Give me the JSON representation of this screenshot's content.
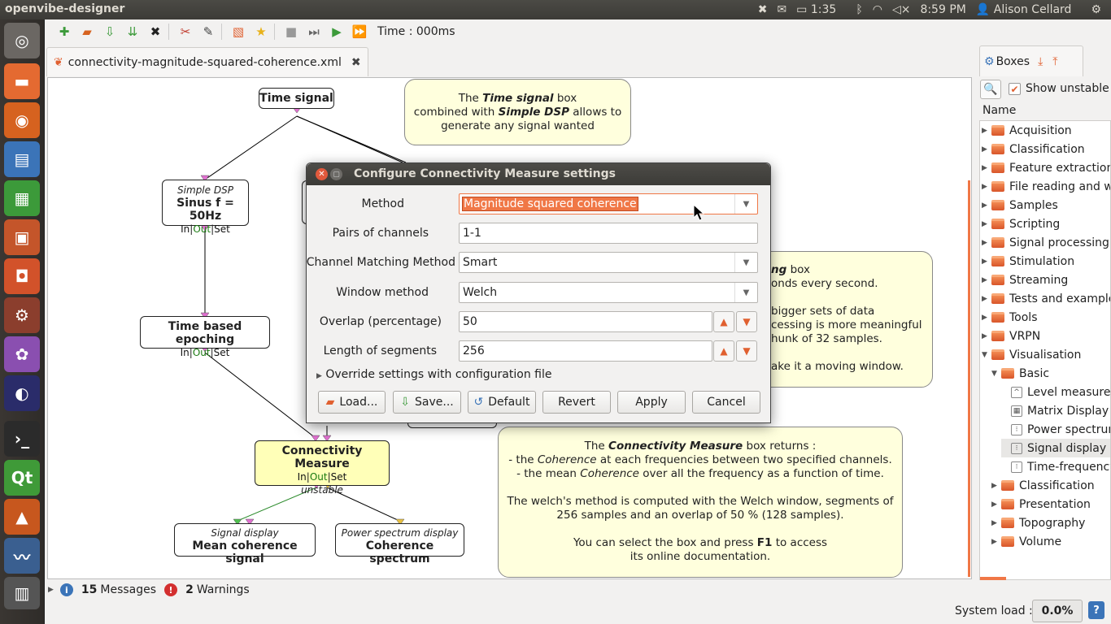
{
  "topbar": {
    "app_title": "openvibe-designer",
    "battery": "1:35",
    "clock": "8:59 PM",
    "user": "Alison Cellard"
  },
  "toolbar": {
    "time_label": "Time : 000ms"
  },
  "tab": {
    "title": "connectivity-magnitude-squared-coherence.xml"
  },
  "canvas": {
    "boxes": {
      "time_signal": {
        "name": "Time signal"
      },
      "simple_dsp": {
        "subtitle": "Simple DSP",
        "name": "Sinus f = 50Hz"
      },
      "epoching": {
        "name": "Time based epoching"
      },
      "connectivity": {
        "name": "Connectivity Measure",
        "status": "unstable"
      },
      "signal_display": {
        "subtitle": "Signal display",
        "name": "Mean coherence signal"
      },
      "power_display": {
        "subtitle": "Power spectrum display",
        "name": "Coherence spectrum"
      }
    },
    "io": {
      "in": "In",
      "out": "Out",
      "set": "Set"
    },
    "notes": {
      "note1": {
        "pre": "The",
        "bold1": "Time signal",
        "mid1": "box",
        "line2_pre": "combined with",
        "bold2": "Simple DSP",
        "line2_post": "allows to",
        "line3": "generate any signal wanted"
      },
      "note2": {
        "l1_bold": "ng",
        "l1_post": "box",
        "l2": "onds every second.",
        "l3": "bigger sets of data",
        "l4": "cessing is more meaningful",
        "l5": "hunk of 32 samples.",
        "l6": "ake it a moving window."
      },
      "note3": {
        "l1_pre": "The",
        "l1_bold": "Connectivity Measure",
        "l1_post": "box returns :",
        "l2_pre": "- the",
        "l2_it": "Coherence",
        "l2_post": "at each frequencies between  two specified channels.",
        "l3_pre": "- the mean",
        "l3_it": "Coherence",
        "l3_post": "over all the frequency as a function of time.",
        "l4": "The welch's method is computed with the Welch window, segments of",
        "l5": "256 samples and an overlap of 50 % (128 samples).",
        "l6_pre": "You can select the box and press",
        "l6_bold": "F1",
        "l6_post": "to access",
        "l7": "its online documentation."
      }
    }
  },
  "dialog": {
    "title": "Configure Connectivity Measure settings",
    "fields": {
      "method": {
        "label": "Method",
        "value": "Magnitude squared coherence"
      },
      "pairs": {
        "label": "Pairs of channels",
        "value": "1-1"
      },
      "matching": {
        "label": "Channel Matching Method",
        "value": "Smart"
      },
      "window": {
        "label": "Window method",
        "value": "Welch"
      },
      "overlap": {
        "label": "Overlap (percentage)",
        "value": "50"
      },
      "length": {
        "label": "Length of segments",
        "value": "256"
      }
    },
    "override": "Override settings with configuration file",
    "buttons": {
      "load": "Load...",
      "save": "Save...",
      "default": "Default",
      "revert": "Revert",
      "apply": "Apply",
      "cancel": "Cancel"
    }
  },
  "right_panel": {
    "tab": "Boxes",
    "show_unstable": "Show unstable",
    "column": "Name",
    "items": [
      "Acquisition",
      "Classification",
      "Feature extraction",
      "File reading and wr",
      "Samples",
      "Scripting",
      "Signal processing",
      "Stimulation",
      "Streaming",
      "Tests and examples",
      "Tools",
      "VRPN",
      "Visualisation"
    ],
    "sub_basic": "Basic",
    "basic_items": [
      "Level measure",
      "Matrix Display",
      "Power spectrum",
      "Signal display",
      "Time-frequency"
    ],
    "vis_items": [
      "Classification",
      "Presentation",
      "Topography",
      "Volume"
    ]
  },
  "bottom": {
    "messages_count": "15",
    "messages_label": "Messages",
    "warnings_count": "2",
    "warnings_label": "Warnings"
  },
  "status": {
    "system_load_label": "System load :",
    "system_load_value": "0.0%"
  },
  "colors": {
    "accent": "#f07746",
    "note_bg": "#ffffdd",
    "topbar": "#3c3b37"
  }
}
